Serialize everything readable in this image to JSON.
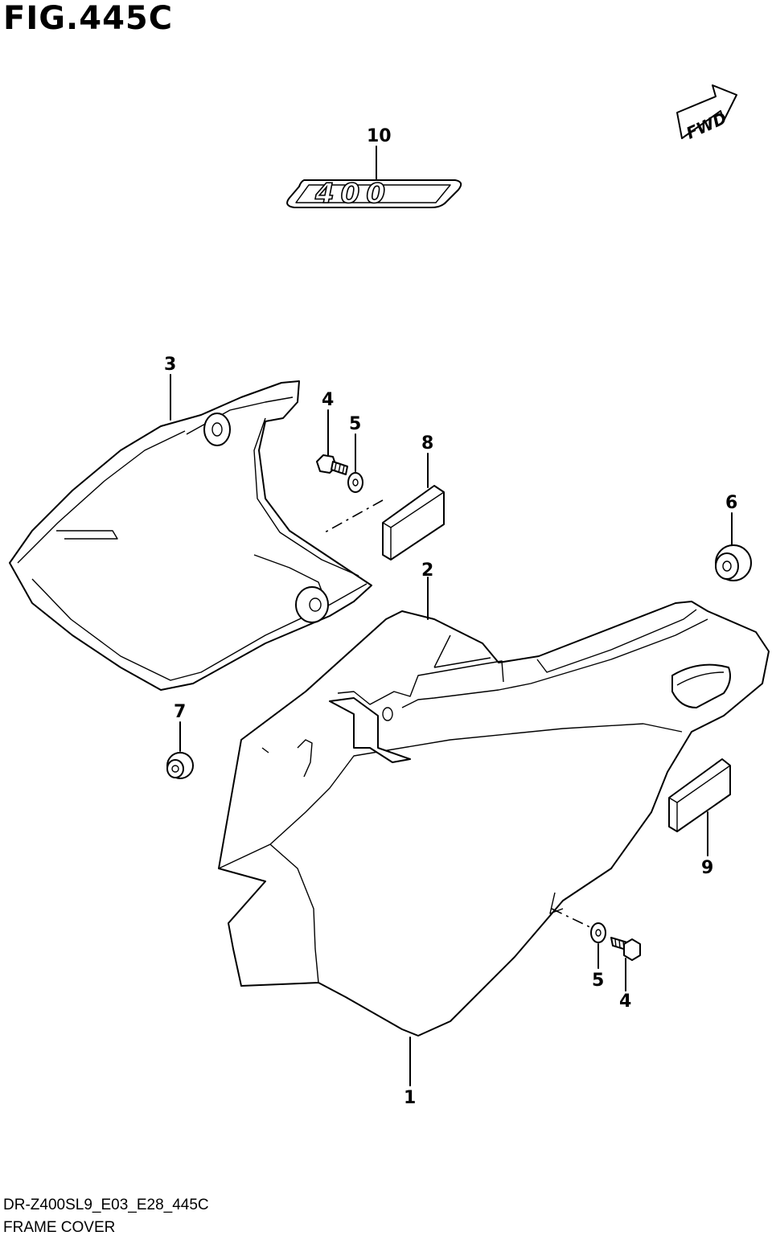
{
  "figure": {
    "title": "FIG.445C",
    "model_code": "DR-Z400SL9_E03_E28_445C",
    "name": "FRAME COVER"
  },
  "badge": {
    "text": "400"
  },
  "direction_arrow": {
    "text": "FWD"
  },
  "callouts": {
    "c10": "10",
    "c3": "3",
    "c4a": "4",
    "c5a": "5",
    "c8": "8",
    "c6": "6",
    "c2": "2",
    "c7": "7",
    "c9": "9",
    "c5b": "5",
    "c4b": "4",
    "c1": "1"
  }
}
